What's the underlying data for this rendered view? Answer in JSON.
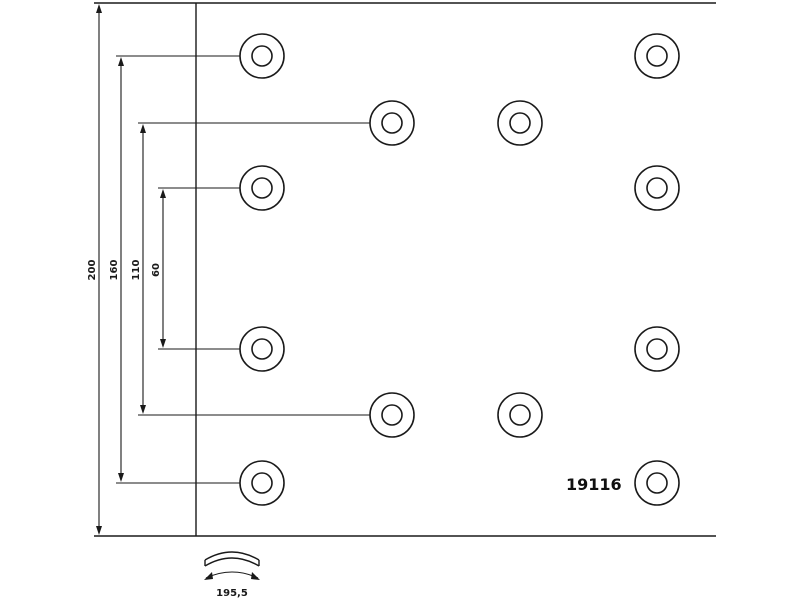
{
  "part_number": "19116",
  "dimensions": {
    "overall_height": "200",
    "outer_hole_span": "160",
    "middle_hole_span": "110",
    "inner_hole_span": "60",
    "curvature_radius": "195,5"
  },
  "icons": {
    "curvature": "curvature-arc-icon"
  }
}
